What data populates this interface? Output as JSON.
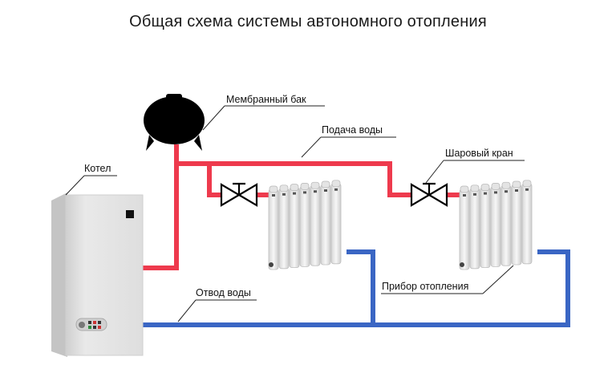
{
  "title": "Общая схема системы автономного отопления",
  "colors": {
    "supply": "#ee3a4d",
    "return": "#3a66c4",
    "tank": "#000000",
    "boiler": "#e2e2e2",
    "radiator": "#eeeeee",
    "leader": "#222222"
  },
  "labels": {
    "tank": "Мембранный бак",
    "supply": "Подача воды",
    "valve": "Шаровый кран",
    "boiler": "Котел",
    "return": "Отвод воды",
    "radiator": "Прибор отопления"
  },
  "components": [
    {
      "id": "boiler",
      "icon": "boiler-icon"
    },
    {
      "id": "membrane-tank",
      "icon": "expansion-tank-icon"
    },
    {
      "id": "valve-1",
      "icon": "ball-valve-icon"
    },
    {
      "id": "valve-2",
      "icon": "ball-valve-icon"
    },
    {
      "id": "radiator-1",
      "icon": "radiator-icon",
      "sections": 7
    },
    {
      "id": "radiator-2",
      "icon": "radiator-icon",
      "sections": 7
    }
  ]
}
